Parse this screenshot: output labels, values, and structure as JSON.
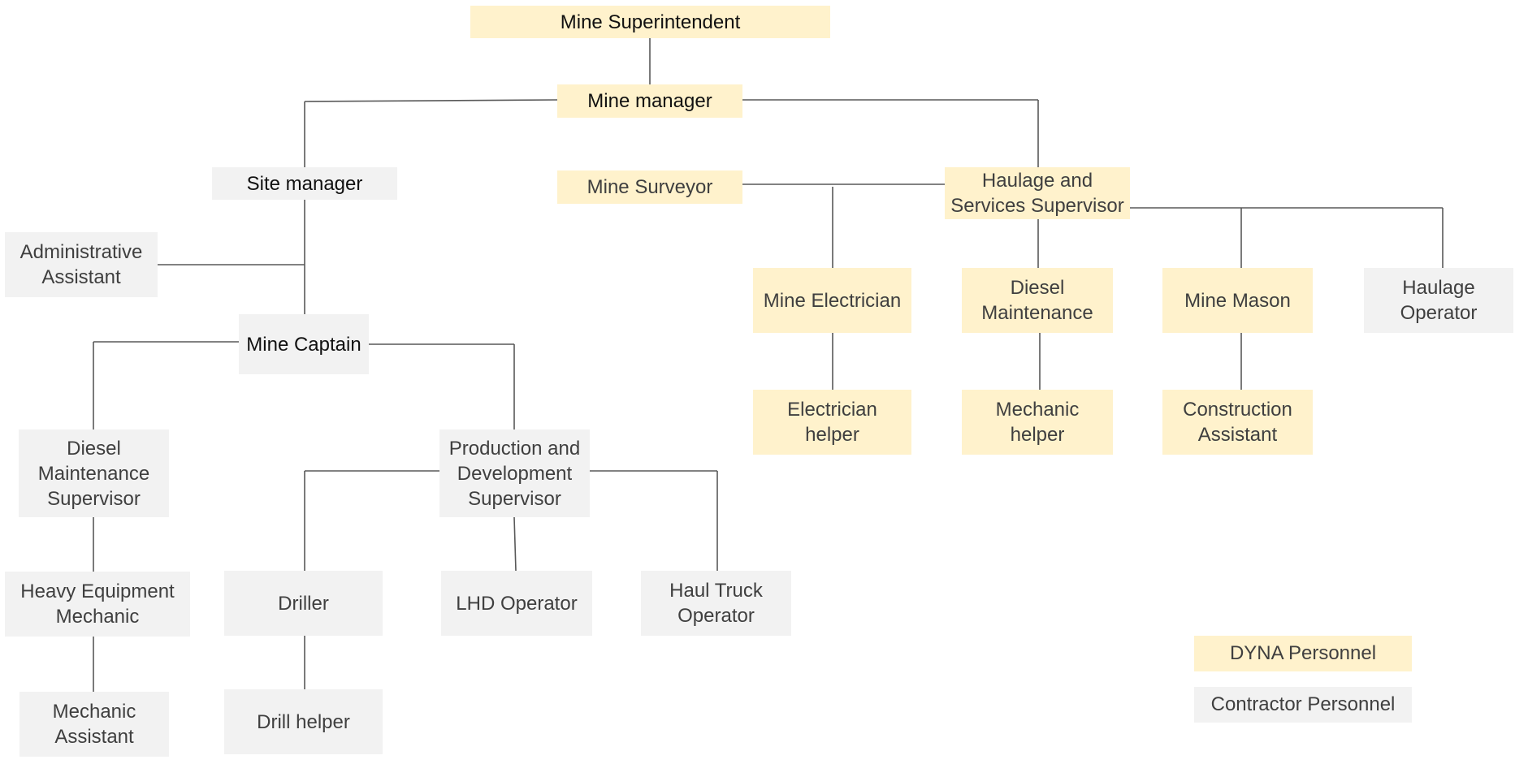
{
  "chart": {
    "nodes": [
      {
        "id": "superintendent",
        "type": "dyna",
        "pre": "Mine",
        "label": "Superintendent"
      },
      {
        "id": "mine-manager",
        "type": "dyna",
        "label": "Mine manager"
      },
      {
        "id": "site-manager",
        "type": "contractor",
        "label": "Site manager"
      },
      {
        "id": "admin-assistant",
        "type": "contractor",
        "label": "Administrative\nAssistant"
      },
      {
        "id": "mine-captain",
        "type": "contractor",
        "label": "Mine Captain"
      },
      {
        "id": "diesel-maint-supervisor",
        "type": "contractor",
        "label": "Diesel\nMaintenance\nSupervisor"
      },
      {
        "id": "heavy-equip-mechanic",
        "type": "contractor",
        "label": "Heavy Equipment\nMechanic"
      },
      {
        "id": "mechanic-assistant",
        "type": "contractor",
        "label": "Mechanic\nAssistant"
      },
      {
        "id": "prod-dev-supervisor",
        "type": "contractor",
        "label": "Production and\nDevelopment\nSupervisor"
      },
      {
        "id": "driller",
        "type": "contractor",
        "label": "Driller"
      },
      {
        "id": "drill-helper",
        "type": "contractor",
        "label": "Drill helper"
      },
      {
        "id": "lhd-operator",
        "type": "contractor",
        "label": "LHD Operator"
      },
      {
        "id": "haul-truck-operator",
        "type": "contractor",
        "label": "Haul Truck\nOperator"
      },
      {
        "id": "mine-surveyor",
        "type": "dyna",
        "label": "Mine Surveyor"
      },
      {
        "id": "haulage-services-supervisor",
        "type": "dyna",
        "label": "Haulage and\nServices Supervisor"
      },
      {
        "id": "mine-electrician",
        "type": "dyna",
        "label": "Mine Electrician"
      },
      {
        "id": "electrician-helper",
        "type": "dyna",
        "label": "Electrician\nhelper"
      },
      {
        "id": "diesel-maintenance",
        "type": "dyna",
        "label": "Diesel\nMaintenance"
      },
      {
        "id": "mechanic-helper",
        "type": "dyna",
        "label": "Mechanic\nhelper"
      },
      {
        "id": "mine-mason",
        "type": "dyna",
        "label": "Mine Mason"
      },
      {
        "id": "construction-assistant",
        "type": "dyna",
        "label": "Construction\nAssistant"
      },
      {
        "id": "haulage-operator",
        "type": "contractor",
        "label": "Haulage\nOperator"
      }
    ],
    "edges": [
      [
        "superintendent",
        "mine-manager"
      ],
      [
        "mine-manager",
        "site-manager"
      ],
      [
        "mine-manager",
        "haulage-services-supervisor"
      ],
      [
        "site-manager",
        "admin-assistant"
      ],
      [
        "site-manager",
        "mine-captain"
      ],
      [
        "mine-captain",
        "diesel-maint-supervisor"
      ],
      [
        "mine-captain",
        "prod-dev-supervisor"
      ],
      [
        "diesel-maint-supervisor",
        "heavy-equip-mechanic"
      ],
      [
        "heavy-equip-mechanic",
        "mechanic-assistant"
      ],
      [
        "prod-dev-supervisor",
        "driller"
      ],
      [
        "prod-dev-supervisor",
        "lhd-operator"
      ],
      [
        "prod-dev-supervisor",
        "haul-truck-operator"
      ],
      [
        "driller",
        "drill-helper"
      ],
      [
        "haulage-services-supervisor",
        "mine-surveyor"
      ],
      [
        "haulage-services-supervisor",
        "mine-electrician"
      ],
      [
        "haulage-services-supervisor",
        "diesel-maintenance"
      ],
      [
        "haulage-services-supervisor",
        "mine-mason"
      ],
      [
        "haulage-services-supervisor",
        "haulage-operator"
      ],
      [
        "mine-electrician",
        "electrician-helper"
      ],
      [
        "diesel-maintenance",
        "mechanic-helper"
      ],
      [
        "mine-mason",
        "construction-assistant"
      ]
    ]
  },
  "legend": {
    "dyna_label": "DYNA Personnel",
    "contractor_label": "Contractor Personnel"
  },
  "colors": {
    "dyna": "#fff2cc",
    "contractor": "#f2f2f2",
    "line": "#595959"
  }
}
